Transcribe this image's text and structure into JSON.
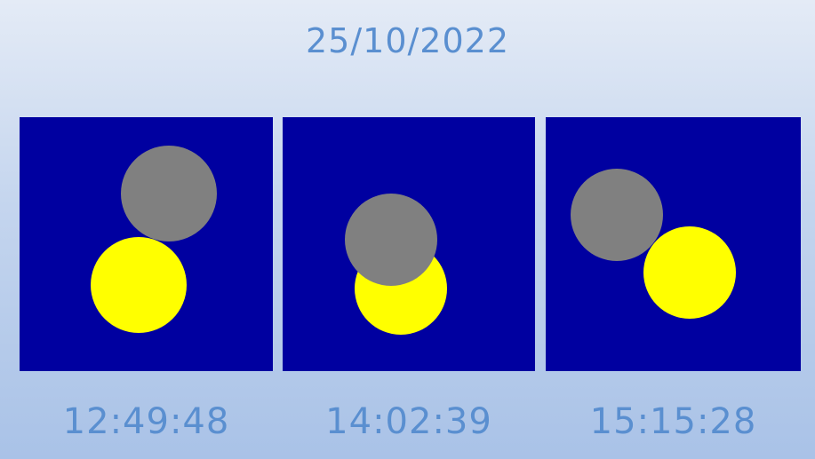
{
  "date": "25/10/2022",
  "frames": [
    {
      "time": "12:49:48"
    },
    {
      "time": "14:02:39"
    },
    {
      "time": "15:15:28"
    }
  ],
  "colors": {
    "sky": "#0000a0",
    "sun": "#ffff00",
    "moon": "#808080",
    "text": "#5a8fd0"
  }
}
